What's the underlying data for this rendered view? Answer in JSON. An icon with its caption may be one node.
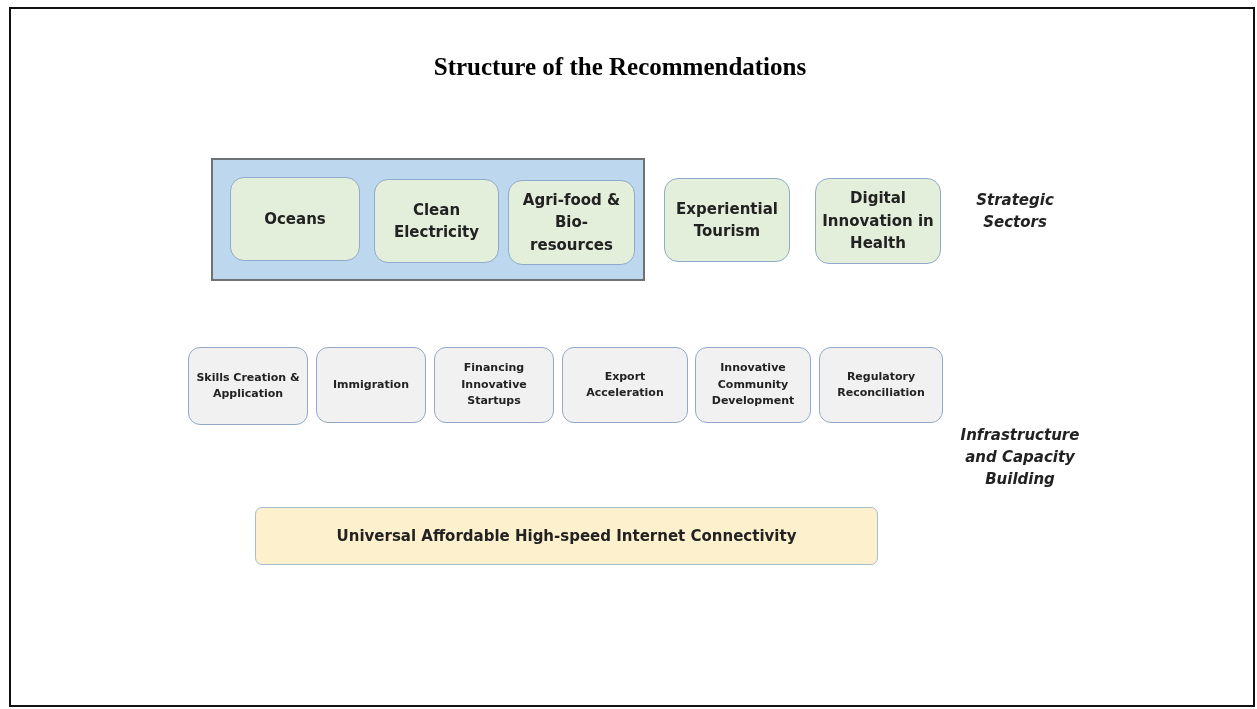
{
  "diagram": {
    "title": "Structure of the Recommendations",
    "nodes": [
      {
        "text": [],
        "shape": "box"
      },
      {
        "text": [
          "Oceans"
        ],
        "in": 0
      },
      {
        "text": [
          "Clean Electricity"
        ],
        "in": 0
      },
      {
        "text": [
          "Agri-food & Bio-resources"
        ],
        "in": 0
      },
      {
        "text": [
          "Experiential Tourism"
        ]
      },
      {
        "text": [
          "Digital Innovation in Health"
        ]
      },
      {
        "text": [
          "Skills Creation & Application"
        ]
      },
      {
        "text": [
          "Immigration"
        ]
      },
      {
        "text": [
          "Financing Innovative Startups"
        ]
      },
      {
        "text": [
          "Export Acceleration"
        ]
      },
      {
        "text": [
          "Innovative Community Development"
        ]
      },
      {
        "text": [
          "Regulatory Reconciliation"
        ]
      },
      {
        "text": [
          "Universal Affordable High-speed Internet Connectivity"
        ]
      }
    ],
    "labels": [
      "Strategic Sectors",
      "Infrastructure and Capacity Building"
    ]
  }
}
